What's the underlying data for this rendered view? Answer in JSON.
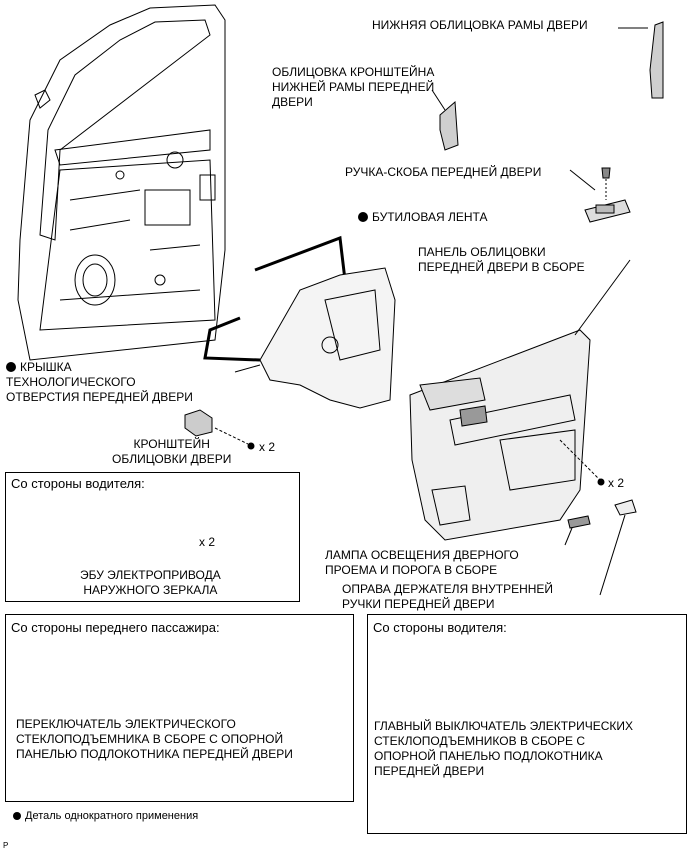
{
  "labels": {
    "lower_frame_trim": "НИЖНЯЯ ОБЛИЦОВКА РАМЫ ДВЕРИ",
    "lower_frame_bracket_trim": "ОБЛИЦОВКА КРОНШТЕЙНА\nНИЖНЕЙ РАМЫ ПЕРЕДНЕЙ\nДВЕРИ",
    "pull_handle": "РУЧКА-СКОБА ПЕРЕДНЕЙ ДВЕРИ",
    "butyl_tape": "БУТИЛОВАЯ ЛЕНТА",
    "trim_panel": "ПАНЕЛЬ ОБЛИЦОВКИ\nПЕРЕДНЕЙ ДВЕРИ В СБОРЕ",
    "service_hole_cover": "КРЫШКА\nТЕХНОЛОГИЧЕСКОГО\nОТВЕРСТИЯ ПЕРЕДНЕЙ ДВЕРИ",
    "trim_bracket": "КРОНШТЕЙН\nОБЛИЦОВКИ ДВЕРИ",
    "qty_x2_a": "x 2",
    "qty_x2_b": "x 2",
    "qty_x2_c": "x 2",
    "courtesy_lamp": "ЛАМПА ОСВЕЩЕНИЯ ДВЕРНОГО\nПРОЕМА И ПОРОГА В СБОРЕ",
    "inside_handle_bezel": "ОПРАВА ДЕРЖАТЕЛЯ ВНУТРЕННЕЙ\nРУЧКИ ПЕРЕДНЕЙ ДВЕРИ"
  },
  "driver_side_box": {
    "title": "Со стороны водителя:",
    "part": "ЭБУ ЭЛЕКТРОПРИВОДА\nНАРУЖНОГО ЗЕРКАЛА"
  },
  "passenger_box": {
    "title": "Со стороны переднего пассажира:",
    "part": "ПЕРЕКЛЮЧАТЕЛЬ ЭЛЕКТРИЧЕСКОГО\nСТЕКЛОПОДЪЕМНИКА В СБОРЕ С ОПОРНОЙ\nПАНЕЛЬЮ ПОДЛОКОТНИКА ПЕРЕДНЕЙ ДВЕРИ"
  },
  "driver_box_2": {
    "title": "Со стороны водителя:",
    "part": "ГЛАВНЫЙ ВЫКЛЮЧАТЕЛЬ ЭЛЕКТРИЧЕСКИХ\nСТЕКЛОПОДЪЕМНИКОВ В СБОРЕ С\nОПОРНОЙ ПАНЕЛЬЮ ПОДЛОКОТНИКА\nПЕРЕДНЕЙ ДВЕРИ"
  },
  "legend": {
    "text": "Деталь однократного применения"
  },
  "corner_mark": "P"
}
